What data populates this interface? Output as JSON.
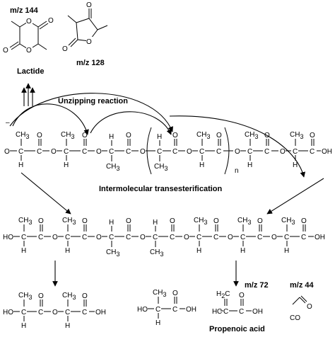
{
  "labels": {
    "mz144": "m/z 144",
    "mz128": "m/z 128",
    "lactide": "Lactide",
    "unzipping": "Unzipping reaction",
    "intermolecular": "Intermolecular transesterification",
    "mz72": "m/z 72",
    "mz44": "m/z 44",
    "propenoic": "Propenoic acid",
    "co": "CO",
    "n": "n",
    "minus": "–"
  },
  "atoms": {
    "O": "O",
    "C": "C",
    "H": "H",
    "CH3": "CH",
    "CH3_sub": "3",
    "OH": "OH",
    "HO": "HO",
    "H2C": "H",
    "H2C_sub": "2",
    "H2C_c": "C"
  }
}
